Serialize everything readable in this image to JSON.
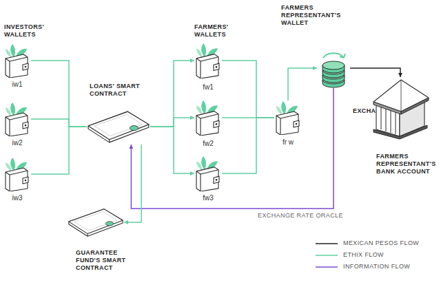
{
  "diagram": {
    "nodes": [
      {
        "text": [
          "iw1"
        ]
      },
      {
        "text": [
          "iw2"
        ]
      },
      {
        "text": [
          "iw3"
        ]
      },
      {
        "text": [
          "LOANS' SMART CONTRACT"
        ]
      },
      {
        "text": [
          "fw1"
        ]
      },
      {
        "text": [
          "fw2"
        ]
      },
      {
        "text": [
          "fw3"
        ]
      },
      {
        "text": [
          "fr w"
        ]
      },
      {
        "text": [
          "EXCHANGE"
        ]
      },
      {
        "text": [
          "FARMERS REPRESENTANT'S BANK ACCOUNT"
        ]
      },
      {
        "text": [
          "GUARANTEE FUND'S SMART CONTRACT"
        ]
      }
    ],
    "edges": [
      {
        "from": 0,
        "to": 3,
        "arrow": "none"
      },
      {
        "from": 1,
        "to": 3,
        "arrow": "none"
      },
      {
        "from": 2,
        "to": 3,
        "arrow": "none"
      },
      {
        "from": 3,
        "to": 4,
        "arrow": "to"
      },
      {
        "from": 3,
        "to": 5,
        "arrow": "to"
      },
      {
        "from": 3,
        "to": 6,
        "arrow": "to"
      },
      {
        "from": 4,
        "to": 7,
        "arrow": "none"
      },
      {
        "from": 5,
        "to": 7,
        "arrow": "none"
      },
      {
        "from": 6,
        "to": 7,
        "arrow": "none"
      },
      {
        "from": 7,
        "to": 8,
        "arrow": "to"
      },
      {
        "from": 8,
        "to": 9,
        "arrow": "to"
      },
      {
        "from": 8,
        "to": 3,
        "label": "EXCHANGE RATE ORACLE",
        "arrow": "to"
      },
      {
        "from": 3,
        "to": 10,
        "arrow": "to"
      }
    ],
    "labels": [
      "INVESTORS' WALLETS",
      "FARMERS' WALLETS",
      "FARMERS REPRESENTANT'S WALLET"
    ],
    "legend": [
      {
        "text": "MEXICAN PESOS FLOW"
      },
      {
        "text": "ETHIX FLOW"
      },
      {
        "text": "INFORMATION FLOW"
      }
    ]
  }
}
